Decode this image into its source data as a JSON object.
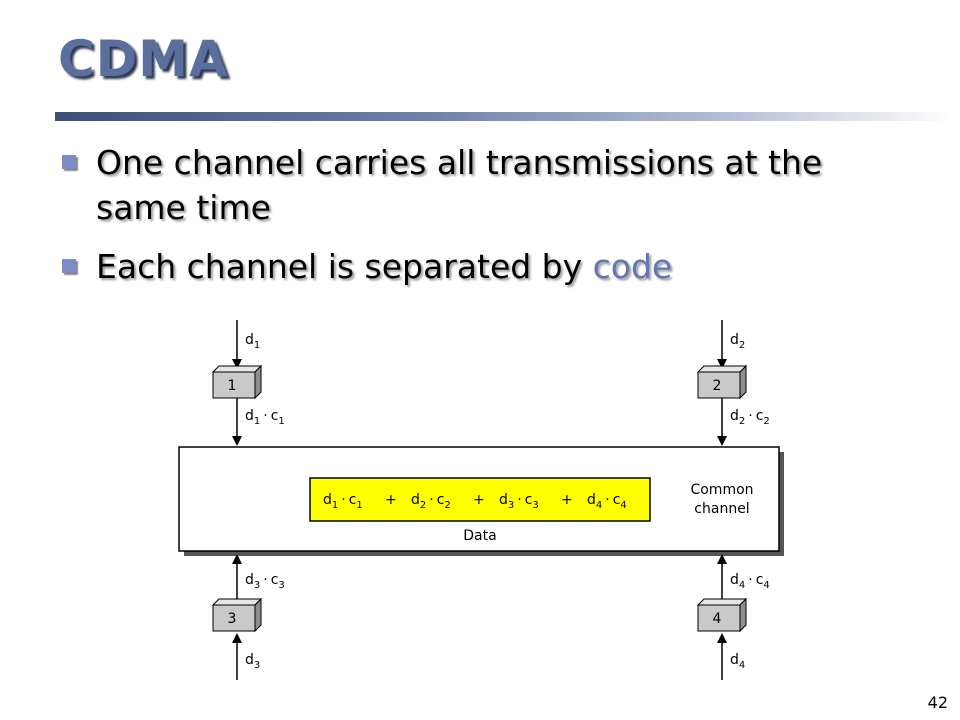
{
  "slide": {
    "title": "CDMA",
    "bullets": [
      {
        "text": "One channel carries all transmissions at the same time"
      },
      {
        "pre": "Each channel is separated by ",
        "highlight": "code"
      }
    ],
    "page_number": "42"
  },
  "diagram": {
    "stations": [
      {
        "label": "1",
        "input_var": "d",
        "input_sub": "1",
        "code_var": "c",
        "code_sub": "1"
      },
      {
        "label": "2",
        "input_var": "d",
        "input_sub": "2",
        "code_var": "c",
        "code_sub": "2"
      },
      {
        "label": "3",
        "input_var": "d",
        "input_sub": "3",
        "code_var": "c",
        "code_sub": "3"
      },
      {
        "label": "4",
        "input_var": "d",
        "input_sub": "4",
        "code_var": "c",
        "code_sub": "4"
      }
    ],
    "operator_dot": "·",
    "plus": "+",
    "channel_label_line1": "Common",
    "channel_label_line2": "channel",
    "data_label": "Data",
    "colors": {
      "data_box": "#ffff00",
      "box_fill": "#c9c9c9",
      "box_top": "#e6e6e6",
      "box_side": "#8f8f8f"
    }
  }
}
